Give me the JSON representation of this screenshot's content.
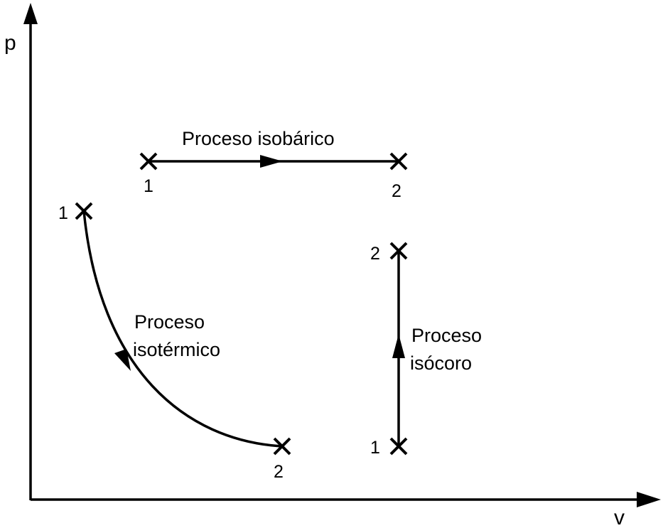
{
  "axes": {
    "y_label": "p",
    "x_label": "v"
  },
  "isobaric": {
    "title": "Proceso isobárico",
    "start_label": "1",
    "end_label": "2"
  },
  "isothermal": {
    "title_line1": "Proceso",
    "title_line2": "isotérmico",
    "start_label": "1",
    "end_label": "2"
  },
  "isochoric": {
    "title_line1": "Proceso",
    "title_line2": "isócoro",
    "start_label": "1",
    "end_label": "2"
  },
  "colors": {
    "ink": "#000000",
    "background": "#ffffff"
  }
}
